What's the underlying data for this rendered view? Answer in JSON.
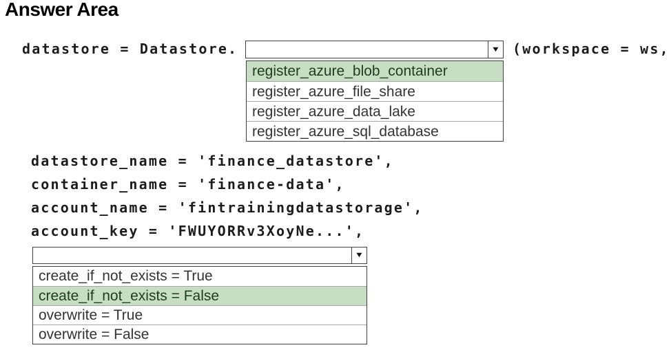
{
  "title": "Answer Area",
  "code": {
    "line1_prefix": "datastore = Datastore.",
    "line1_suffix": "(workspace = ws,",
    "line_datastore_name": "datastore_name = 'finance_datastore',",
    "line_container_name": "container_name = 'finance-data',",
    "line_account_name": "account_name = 'fintrainingdatastorage',",
    "line_account_key": "account_key = 'FWUYORRv3XoyNe...',"
  },
  "dropdown1": {
    "selected_value": "",
    "options": [
      {
        "label": "register_azure_blob_container",
        "highlighted": true
      },
      {
        "label": "register_azure_file_share",
        "highlighted": false
      },
      {
        "label": "register_azure_data_lake",
        "highlighted": false
      },
      {
        "label": "register_azure_sql_database",
        "highlighted": false
      }
    ]
  },
  "dropdown2": {
    "selected_value": "",
    "options": [
      {
        "label": "create_if_not_exists = True",
        "highlighted": false
      },
      {
        "label": "create_if_not_exists = False",
        "highlighted": true
      },
      {
        "label": "overwrite = True",
        "highlighted": false
      },
      {
        "label": "overwrite = False",
        "highlighted": false
      }
    ]
  },
  "icons": {
    "dropdown_arrow": "▼"
  },
  "colors": {
    "highlight_green": "#c7dec5",
    "highlight_text": "#203c20",
    "option_text": "#333333",
    "border_dark": "#3f3f3f",
    "border_light": "#a8a8a8",
    "code_text": "#1c1c1c"
  }
}
